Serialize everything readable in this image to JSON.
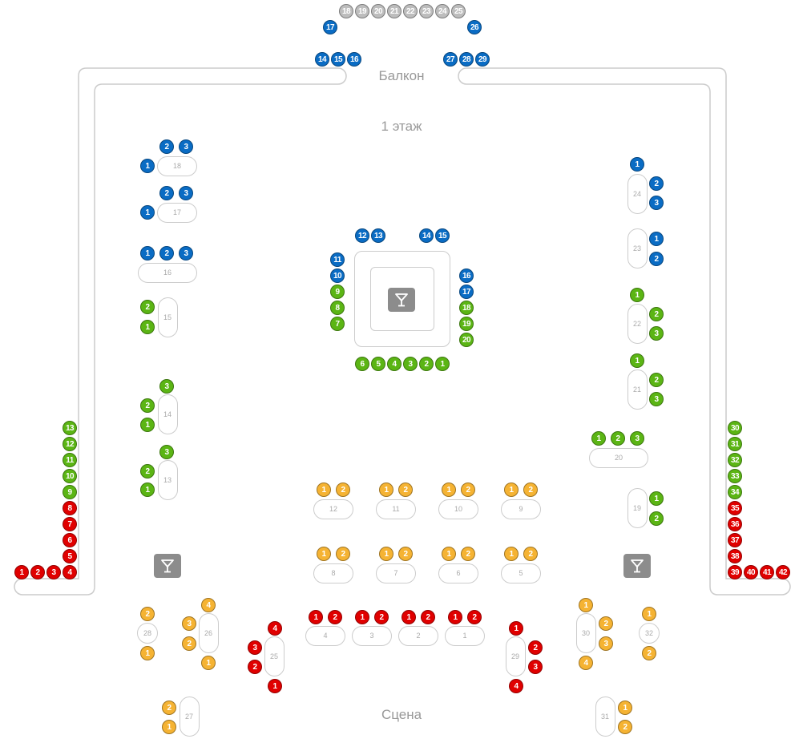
{
  "labels": {
    "balcony": "Балкон",
    "floor1": "1 этаж",
    "stage": "Сцена"
  },
  "colors": {
    "blue": "#0a6cc4",
    "green": "#5bb514",
    "red": "#e00000",
    "orange": "#f5b333",
    "gray": "#bdbdbd"
  },
  "icons": {
    "bar": "cocktail-icon"
  },
  "tables": [
    "18",
    "17",
    "16",
    "15",
    "14",
    "13",
    "24",
    "23",
    "22",
    "21",
    "20",
    "19",
    "12",
    "11",
    "10",
    "9",
    "8",
    "7",
    "6",
    "5",
    "4",
    "3",
    "2",
    "1",
    "28",
    "26",
    "27",
    "25",
    "29",
    "30",
    "32",
    "31"
  ],
  "seat_groups": [
    {
      "zone": "balcony",
      "status": "gray",
      "seats": [
        "18",
        "19",
        "20",
        "21",
        "22",
        "23",
        "24",
        "25"
      ]
    },
    {
      "zone": "balcony",
      "status": "blue",
      "seats": [
        "17",
        "26",
        "14",
        "15",
        "16",
        "27",
        "28",
        "29"
      ]
    },
    {
      "zone": "table-18",
      "status": "blue",
      "seats": [
        "1",
        "2",
        "3"
      ]
    },
    {
      "zone": "table-17",
      "status": "blue",
      "seats": [
        "1",
        "2",
        "3"
      ]
    },
    {
      "zone": "table-16",
      "status": "blue",
      "seats": [
        "1",
        "2",
        "3"
      ]
    },
    {
      "zone": "table-15",
      "status": "green",
      "seats": [
        "2",
        "1"
      ]
    },
    {
      "zone": "table-14",
      "status": "green",
      "seats": [
        "3",
        "2",
        "1"
      ]
    },
    {
      "zone": "table-13",
      "status": "green",
      "seats": [
        "3",
        "2",
        "1"
      ]
    },
    {
      "zone": "table-24",
      "status": "blue",
      "seats": [
        "1",
        "2",
        "3"
      ]
    },
    {
      "zone": "table-23",
      "status": "blue",
      "seats": [
        "1",
        "2"
      ]
    },
    {
      "zone": "table-22",
      "status": "green",
      "seats": [
        "1",
        "2",
        "3"
      ]
    },
    {
      "zone": "table-21",
      "status": "green",
      "seats": [
        "1",
        "2",
        "3"
      ]
    },
    {
      "zone": "table-20",
      "status": "green",
      "seats": [
        "1",
        "2",
        "3"
      ]
    },
    {
      "zone": "table-19",
      "status": "green",
      "seats": [
        "1",
        "2"
      ]
    },
    {
      "zone": "table-12",
      "status": "orange",
      "seats": [
        "1",
        "2"
      ]
    },
    {
      "zone": "table-11",
      "status": "orange",
      "seats": [
        "1",
        "2"
      ]
    },
    {
      "zone": "table-10",
      "status": "orange",
      "seats": [
        "1",
        "2"
      ]
    },
    {
      "zone": "table-9",
      "status": "orange",
      "seats": [
        "1",
        "2"
      ]
    },
    {
      "zone": "table-8",
      "status": "orange",
      "seats": [
        "1",
        "2"
      ]
    },
    {
      "zone": "table-7",
      "status": "orange",
      "seats": [
        "1",
        "2"
      ]
    },
    {
      "zone": "table-6",
      "status": "orange",
      "seats": [
        "1",
        "2"
      ]
    },
    {
      "zone": "table-5",
      "status": "orange",
      "seats": [
        "1",
        "2"
      ]
    },
    {
      "zone": "table-4",
      "status": "red",
      "seats": [
        "1",
        "2"
      ]
    },
    {
      "zone": "table-3",
      "status": "red",
      "seats": [
        "1",
        "2"
      ]
    },
    {
      "zone": "table-2",
      "status": "red",
      "seats": [
        "1",
        "2"
      ]
    },
    {
      "zone": "table-1",
      "status": "red",
      "seats": [
        "1",
        "2"
      ]
    },
    {
      "zone": "table-28",
      "status": "orange",
      "seats": [
        "2",
        "1"
      ]
    },
    {
      "zone": "table-26",
      "status": "orange",
      "seats": [
        "4",
        "3",
        "2",
        "1"
      ]
    },
    {
      "zone": "table-27",
      "status": "orange",
      "seats": [
        "2",
        "1"
      ]
    },
    {
      "zone": "table-25",
      "status": "red",
      "seats": [
        "4",
        "3",
        "2",
        "1"
      ]
    },
    {
      "zone": "table-29",
      "status": "red",
      "seats": [
        "1",
        "2",
        "3",
        "4"
      ]
    },
    {
      "zone": "table-30",
      "status": "orange",
      "seats": [
        "1",
        "2",
        "3",
        "4"
      ]
    },
    {
      "zone": "table-32",
      "status": "orange",
      "seats": [
        "1",
        "2"
      ]
    },
    {
      "zone": "table-31",
      "status": "orange",
      "seats": [
        "1",
        "2"
      ]
    },
    {
      "zone": "bar",
      "status": "blue",
      "seats": [
        "12",
        "13",
        "14",
        "15",
        "11",
        "10",
        "16",
        "17"
      ]
    },
    {
      "zone": "bar",
      "status": "green",
      "seats": [
        "9",
        "8",
        "7",
        "18",
        "19",
        "20",
        "6",
        "5",
        "4",
        "3",
        "2",
        "1"
      ]
    },
    {
      "zone": "wall-left",
      "status": "green",
      "seats": [
        "13",
        "12",
        "11",
        "10",
        "9"
      ]
    },
    {
      "zone": "wall-left",
      "status": "red",
      "seats": [
        "8",
        "7",
        "6",
        "5",
        "4",
        "3",
        "2",
        "1"
      ]
    },
    {
      "zone": "wall-right",
      "status": "green",
      "seats": [
        "30",
        "31",
        "32",
        "33",
        "34"
      ]
    },
    {
      "zone": "wall-right",
      "status": "red",
      "seats": [
        "35",
        "36",
        "37",
        "38",
        "39",
        "40",
        "41",
        "42"
      ]
    }
  ]
}
